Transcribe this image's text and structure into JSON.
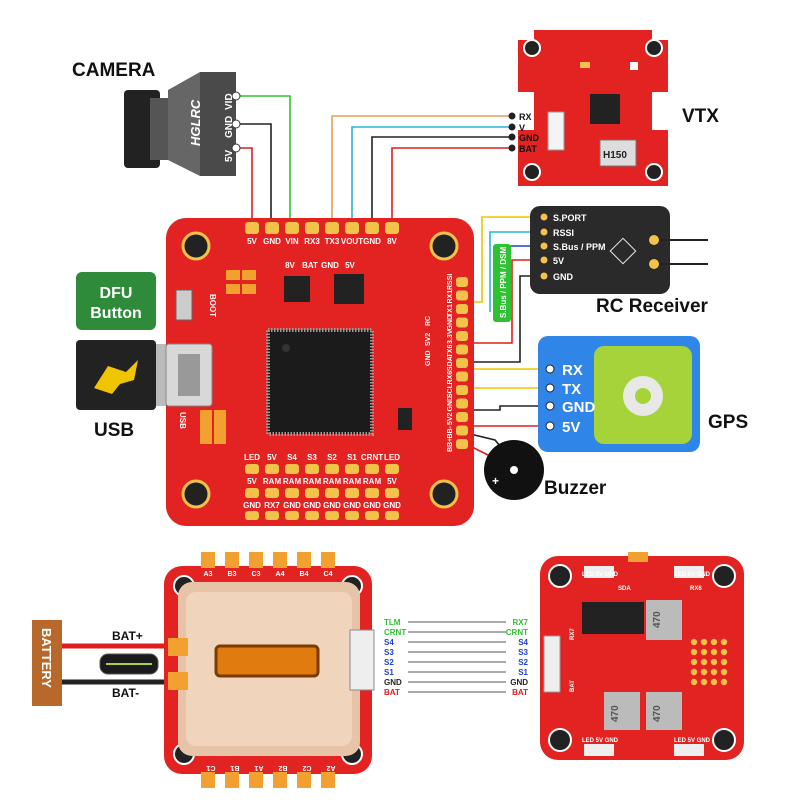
{
  "labels": {
    "camera": "CAMERA",
    "vtx": "VTX",
    "rc_receiver": "RC Receiver",
    "gps": "GPS",
    "buzzer": "Buzzer",
    "usb": "USB",
    "dfu_line1": "DFU",
    "dfu_line2": "Button",
    "battery": "BATTERY",
    "bat_plus": "BAT+",
    "bat_minus": "BAT-",
    "camera_brand": "HGLRC"
  },
  "camera_pins": [
    "VID",
    "GND",
    "5V"
  ],
  "vtx_pins": [
    "RX",
    "V",
    "GND",
    "BAT"
  ],
  "vtx_chip": "H150",
  "fc_top_pads": [
    "5V",
    "GND",
    "VIN",
    "RX3",
    "TX3",
    "VOUT",
    "GND",
    "8V"
  ],
  "fc_top_row2": [
    "8V",
    "BAT",
    "GND",
    "5V"
  ],
  "fc_right_pads": [
    "RSSI",
    "RX1",
    "TX1",
    "GND",
    "3.3V",
    "TX6",
    "SDA",
    "RX6",
    "SCL",
    "GND",
    "5V2",
    "BB-",
    "BB+"
  ],
  "fc_right_bottom": [
    "RC",
    "SV2",
    "GND"
  ],
  "fc_bottom_row1": [
    "LED",
    "5V",
    "S4",
    "S3",
    "S2",
    "S1",
    "CRNT",
    "LED"
  ],
  "fc_bottom_row2": [
    "5V",
    "RAM",
    "RAM",
    "RAM",
    "RAM",
    "RAM",
    "RAM",
    "5V"
  ],
  "fc_bottom_row3": [
    "GND",
    "RX7",
    "GND",
    "GND",
    "GND",
    "GND",
    "GND",
    "GND"
  ],
  "fc_side": {
    "boot": "BOOT",
    "usb": "USB"
  },
  "rc_pins": [
    "S.PORT",
    "RSSI",
    "S.Bus / PPM",
    "5V",
    "GND"
  ],
  "rc_vertical_label": "S.Bus / PPM / DSM",
  "gps_pins": [
    "RX",
    "TX",
    "GND",
    "5V"
  ],
  "esc_top_pads": [
    "A3",
    "B3",
    "C3",
    "A4",
    "B4",
    "C4"
  ],
  "esc_bottom_pads": [
    "C1",
    "B1",
    "A1",
    "B2",
    "C2",
    "A2"
  ],
  "esc_signals": [
    "TLM",
    "CRNT",
    "S4",
    "S3",
    "S2",
    "S1",
    "GND",
    "BAT"
  ],
  "fc_connector_signals": [
    "RX7",
    "CRNT",
    "S4",
    "S3",
    "S2",
    "S1",
    "GND",
    "BAT"
  ],
  "small_fc": {
    "top_labels": [
      "LED 5V GND",
      "SDA",
      "LED 5V GND"
    ],
    "bottom_labels": [
      "LED 5V GND",
      "LED 5V GND"
    ],
    "chip_values": [
      "470",
      "470",
      "470"
    ],
    "side_labels": [
      "RX6",
      "RX7",
      "BAT"
    ]
  },
  "colors": {
    "board_red": "#e32222",
    "board_dark_red": "#b31414",
    "pad_gold": "#f2c24a",
    "rc_body": "#2a2a2a",
    "gps_body": "#2f86e8",
    "gps_patch": "#a6d33a",
    "dfu_green": "#2e8b3a",
    "battery_brown": "#b8682a",
    "esc_cap": "#e7c4a8",
    "wire_green": "#2ec233",
    "wire_blue": "#1d3fd6",
    "wire_red": "#e11d1d",
    "wire_black": "#222222",
    "wire_yellow": "#f0c400",
    "wire_cyan": "#29b6d6",
    "wire_orange": "#e5a05a"
  }
}
